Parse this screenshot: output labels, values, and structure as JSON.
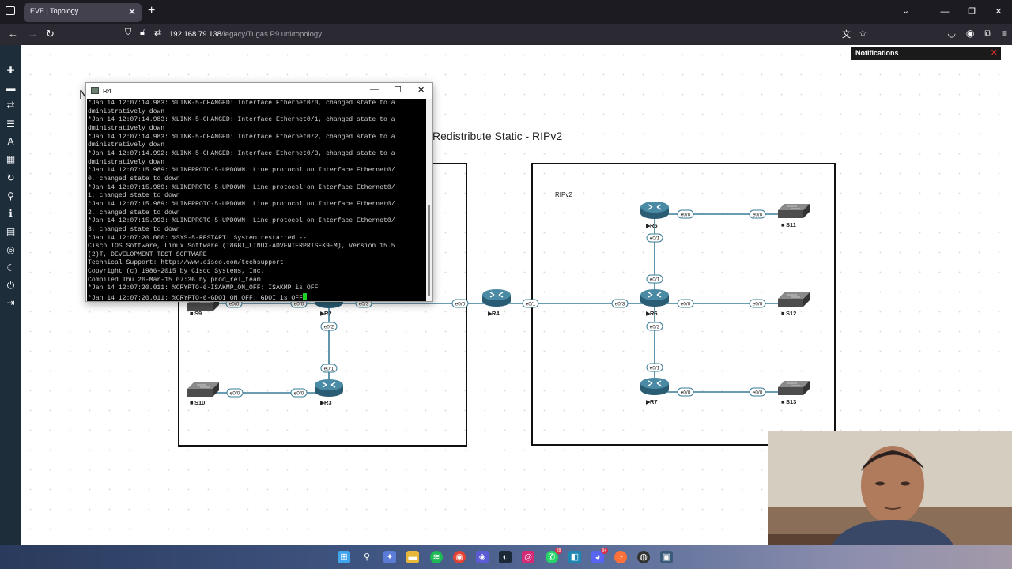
{
  "browser": {
    "tab_title": "EVE | Topology",
    "tab_close": "✕",
    "new_tab": "+",
    "url_host": "192.168.79.138",
    "url_path": "/legacy/Tugas P9.unl/topology",
    "window_controls": [
      "—",
      "❐",
      "✕"
    ]
  },
  "sidebar": {
    "icons": [
      "add-icon",
      "nodes-icon",
      "networks-icon",
      "list-icon",
      "text-icon",
      "grid-icon",
      "refresh-icon",
      "zoom-icon",
      "info-icon",
      "notes-icon",
      "status-icon",
      "dark-mode-icon",
      "power-icon",
      "logout-icon"
    ]
  },
  "notifications": {
    "title": "Notifications",
    "close": "✕"
  },
  "canvas": {
    "heading_partial": "N",
    "heading_right": "Redistribute Static - RIPv2",
    "ripv2_label": "RIPv2"
  },
  "nodes": {
    "S9": "S9",
    "S10": "S10",
    "S11": "S11",
    "S12": "S12",
    "S13": "S13",
    "R2": "R2",
    "R3": "R3",
    "R4": "R4",
    "R5": "R5",
    "R6": "R6",
    "R7": "R7"
  },
  "ports": {
    "s9_e00": "e0/0",
    "r2_e00": "e0/0",
    "r2_e03": "e0/3",
    "r2_e02": "e0/2",
    "r3_e01": "e0/1",
    "r3_e00": "e0/0",
    "s10_e00": "e0/0",
    "r4_e00": "e0/0",
    "r4_e01": "e0/1",
    "r6_e03": "e0/3",
    "r6_e00": "e0/0",
    "s12_e00": "e0/0",
    "r6_e01": "e0/1",
    "r5_e01": "e0/1",
    "r5_e00": "e0/0",
    "s11_e00": "e0/0",
    "r6_e02": "e0/2",
    "r7_e01": "e0/1",
    "r7_e00": "e0/0",
    "s13_e00": "e0/0"
  },
  "terminal": {
    "title": "R4",
    "lines": [
      "*Jan 14 12:07:14.983: %LINK-5-CHANGED: Interface Ethernet0/0, changed state to a",
      "dministratively down",
      "*Jan 14 12:07:14.983: %LINK-5-CHANGED: Interface Ethernet0/1, changed state to a",
      "dministratively down",
      "*Jan 14 12:07:14.983: %LINK-5-CHANGED: Interface Ethernet0/2, changed state to a",
      "dministratively down",
      "*Jan 14 12:07:14.992: %LINK-5-CHANGED: Interface Ethernet0/3, changed state to a",
      "dministratively down",
      "*Jan 14 12:07:15.989: %LINEPROTO-5-UPDOWN: Line protocol on Interface Ethernet0/",
      "0, changed state to down",
      "*Jan 14 12:07:15.989: %LINEPROTO-5-UPDOWN: Line protocol on Interface Ethernet0/",
      "1, changed state to down",
      "*Jan 14 12:07:15.989: %LINEPROTO-5-UPDOWN: Line protocol on Interface Ethernet0/",
      "2, changed state to down",
      "*Jan 14 12:07:15.993: %LINEPROTO-5-UPDOWN: Line protocol on Interface Ethernet0/",
      "3, changed state to down",
      "*Jan 14 12:07:20.000: %SYS-5-RESTART: System restarted --",
      "Cisco IOS Software, Linux Software (I86BI_LINUX-ADVENTERPRISEK9-M), Version 15.5",
      "(2)T, DEVELOPMENT TEST SOFTWARE",
      "Technical Support: http://www.cisco.com/techsupport",
      "Copyright (c) 1986-2015 by Cisco Systems, Inc.",
      "Compiled Thu 26-Mar-15 07:36 by prod_rel_team",
      "*Jan 14 12:07:20.011: %CRYPTO-6-ISAKMP_ON_OFF: ISAKMP is OFF",
      "*Jan 14 12:07:20.011: %CRYPTO-6-GDOI_ON_OFF: GDOI is OFF"
    ]
  },
  "taskbar": {
    "badges": {
      "whatsapp": "28",
      "discord": "9+"
    }
  },
  "colors": {
    "link": "#2d6f8e",
    "router": "#3e7a93",
    "switch": "#555555",
    "eve_sidebar": "#1e2d3a"
  }
}
